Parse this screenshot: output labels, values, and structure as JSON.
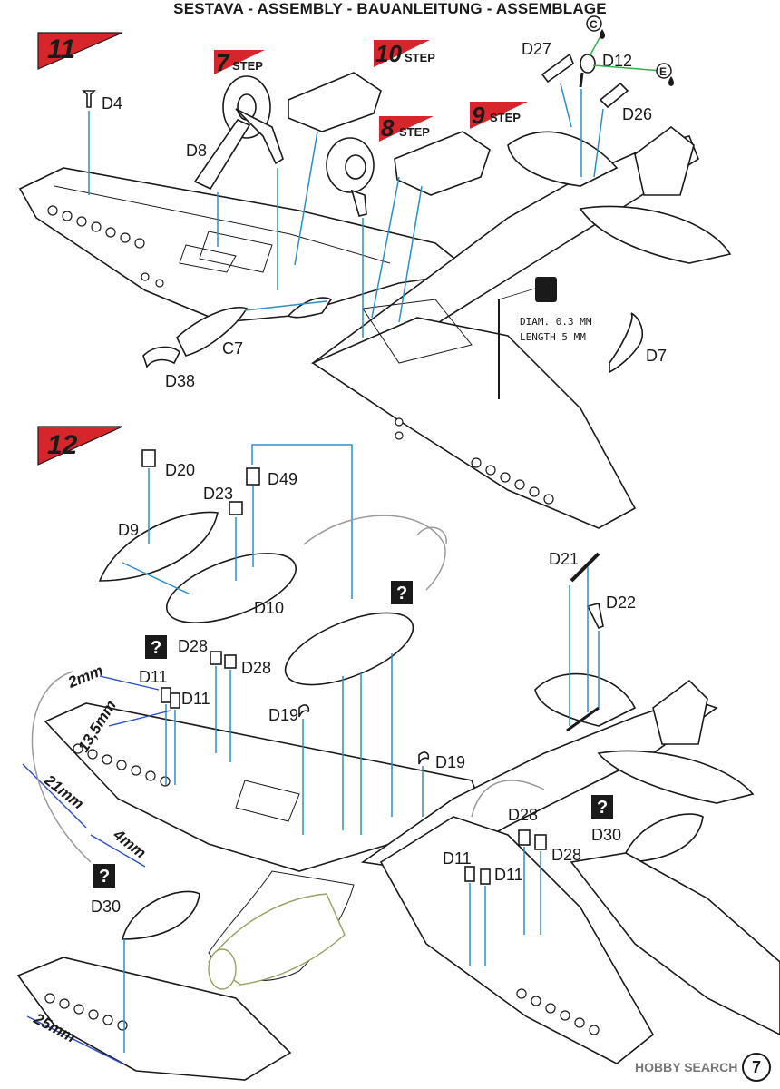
{
  "header": {
    "title": "SESTAVA -  ASSEMBLY - BAUANLEITUNG - ASSEMBLAGE"
  },
  "steps": {
    "s11": "11",
    "s12": "12",
    "sub7": {
      "num": "7",
      "word": "STEP"
    },
    "sub10": {
      "num": "10",
      "word": "STEP"
    },
    "sub8": {
      "num": "8",
      "word": "STEP"
    },
    "sub9": {
      "num": "9",
      "word": "STEP"
    }
  },
  "parts_step11": {
    "d4": "D4",
    "d8": "D8",
    "c7": "C7",
    "d38": "D38",
    "d7": "D7",
    "d27": "D27",
    "d12": "D12",
    "d26": "D26"
  },
  "paint": {
    "c": "C",
    "e": "E"
  },
  "note": {
    "line1": "DIAM. 0.3 MM",
    "line2": "LENGTH 5 MM"
  },
  "parts_step12": {
    "d20": "D20",
    "d9": "D9",
    "d23": "D23",
    "d49": "D49",
    "d10": "D10",
    "d28a": "D28",
    "d28b": "D28",
    "d11a": "D11",
    "d11b": "D11",
    "d19a": "D19",
    "d19b": "D19",
    "d21": "D21",
    "d22": "D22",
    "d30a": "D30",
    "d30b": "D30",
    "d28c": "D28",
    "d28d": "D28",
    "d11c": "D11",
    "d11d": "D11"
  },
  "unknown": "?",
  "dimensions": {
    "d2": "2mm",
    "d13": "13,5mm",
    "d21": "21mm",
    "d4": "4mm",
    "d25": "25mm"
  },
  "footer": {
    "watermark": "HOBBY SEARCH",
    "page": "7"
  },
  "colors": {
    "accent_red": "#d7262b",
    "guide_blue": "#2a8fc7",
    "dim_blue": "#2a4fc7"
  }
}
